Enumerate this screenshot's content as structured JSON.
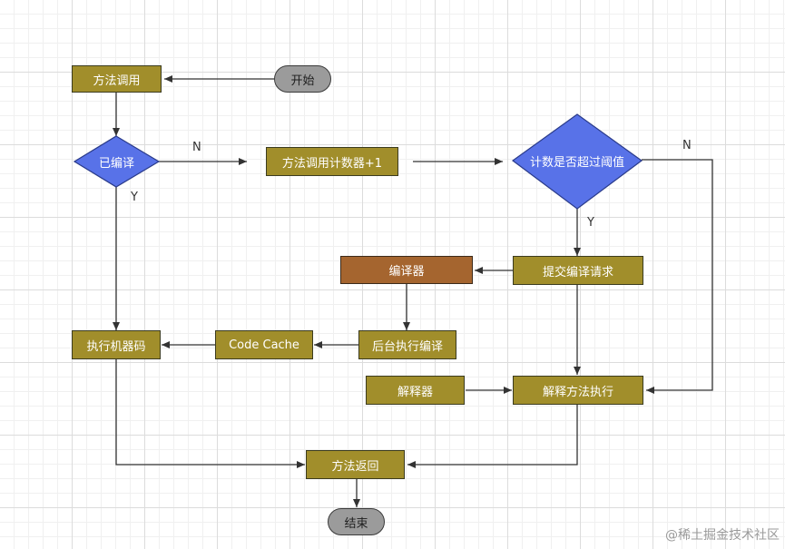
{
  "nodes": {
    "start": "开始",
    "method_call": "方法调用",
    "compiled": "已编译",
    "counter_inc": "方法调用计数器+1",
    "threshold": "计数是否超过阈值",
    "submit_request": "提交编译请求",
    "compiler": "编译器",
    "background_compile": "后台执行编译",
    "code_cache": "Code Cache",
    "exec_machine_code": "执行机器码",
    "interpreter": "解释器",
    "interpret_exec": "解释方法执行",
    "method_return": "方法返回",
    "end": "结束"
  },
  "edge_labels": {
    "compiled_no": "N",
    "compiled_yes": "Y",
    "threshold_no": "N",
    "threshold_yes": "Y"
  },
  "watermark": "@稀土掘金技术社区",
  "colors": {
    "process": "#a18e2b",
    "compiler": "#a5652f",
    "decision": "#5872e8",
    "terminal": "#9b9b9b"
  }
}
